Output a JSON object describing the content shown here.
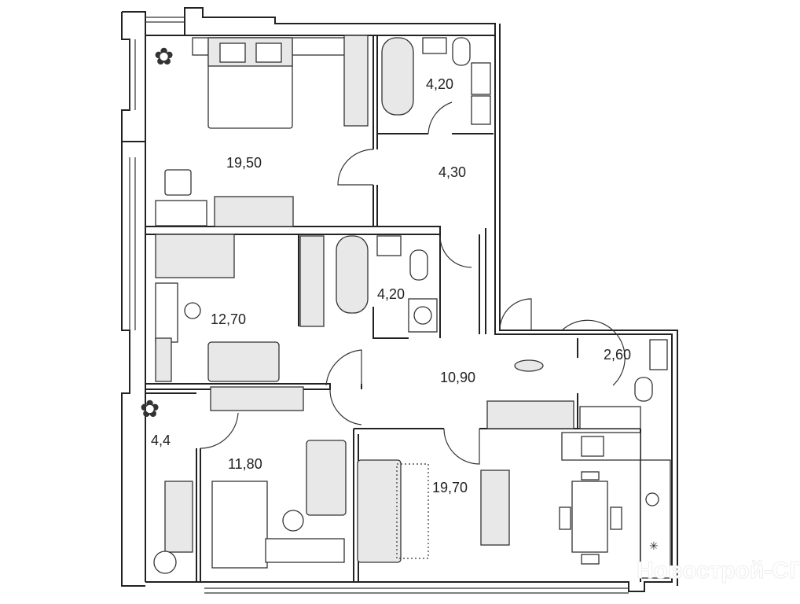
{
  "rooms": [
    {
      "id": "bedroom-1",
      "area": "19,50"
    },
    {
      "id": "bathroom-1",
      "area": "4,20"
    },
    {
      "id": "hall-1",
      "area": "4,30"
    },
    {
      "id": "bedroom-2",
      "area": "12,70"
    },
    {
      "id": "bathroom-2",
      "area": "4,20"
    },
    {
      "id": "corridor",
      "area": "10,90"
    },
    {
      "id": "wc",
      "area": "2,60"
    },
    {
      "id": "storage",
      "area": "4,4"
    },
    {
      "id": "bedroom-3",
      "area": "11,80"
    },
    {
      "id": "living-kitchen",
      "area": "19,70"
    }
  ],
  "watermark": "Новострой-СПб"
}
